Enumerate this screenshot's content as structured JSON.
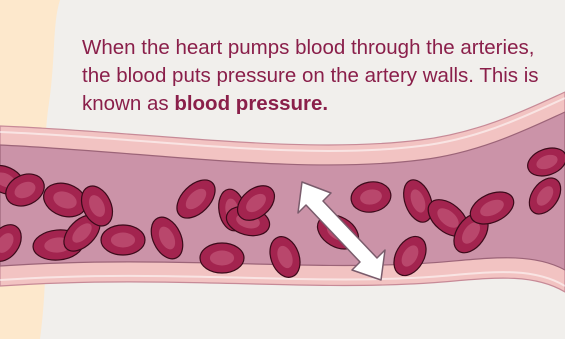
{
  "caption": {
    "text": "When the heart pumps blood through the arteries, the blood puts pressure on the artery walls. This is known as",
    "emphasis": "blood pressure."
  },
  "colors": {
    "background_peach": "#fde8cc",
    "background_white": "#f1efec",
    "artery_wall": "#f2c3c2",
    "artery_wall_shadow": "#e0a3a8",
    "blood_plasma": "#cb93a8",
    "red_blood_cell": "#a3244f",
    "red_blood_cell_center": "#c05376",
    "red_blood_cell_outline": "#3b0a1a",
    "arrow_fill": "#ffffff",
    "arrow_outline": "#7a5c6c",
    "text": "#8a1f4a"
  },
  "arrow": {
    "icon": "double-headed-arrow",
    "meaning": "pressure on artery walls"
  }
}
